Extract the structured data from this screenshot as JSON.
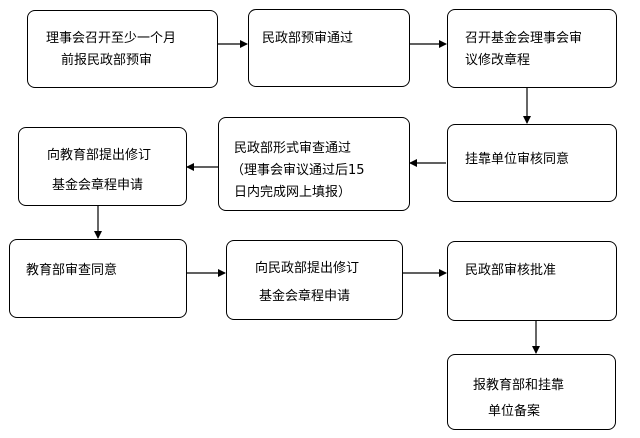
{
  "steps": {
    "s1": [
      "理事会召开至少一个月",
      "前报民政部预审"
    ],
    "s2": [
      "民政部预审通过"
    ],
    "s3": [
      "召开基金会理事会审",
      "议修改章程"
    ],
    "s4": [
      "挂靠单位审核同意"
    ],
    "s5": [
      "民政部形式审查通过",
      "（理事会审议通过后15",
      "日内完成网上填报）"
    ],
    "s6": [
      "向教育部提出修订",
      "基金会章程申请"
    ],
    "s7": [
      "教育部审查同意"
    ],
    "s8": [
      "向民政部提出修订",
      "基金会章程申请"
    ],
    "s9": [
      "民政部审核批准"
    ],
    "s10": [
      "报教育部和挂靠",
      "单位备案"
    ]
  }
}
